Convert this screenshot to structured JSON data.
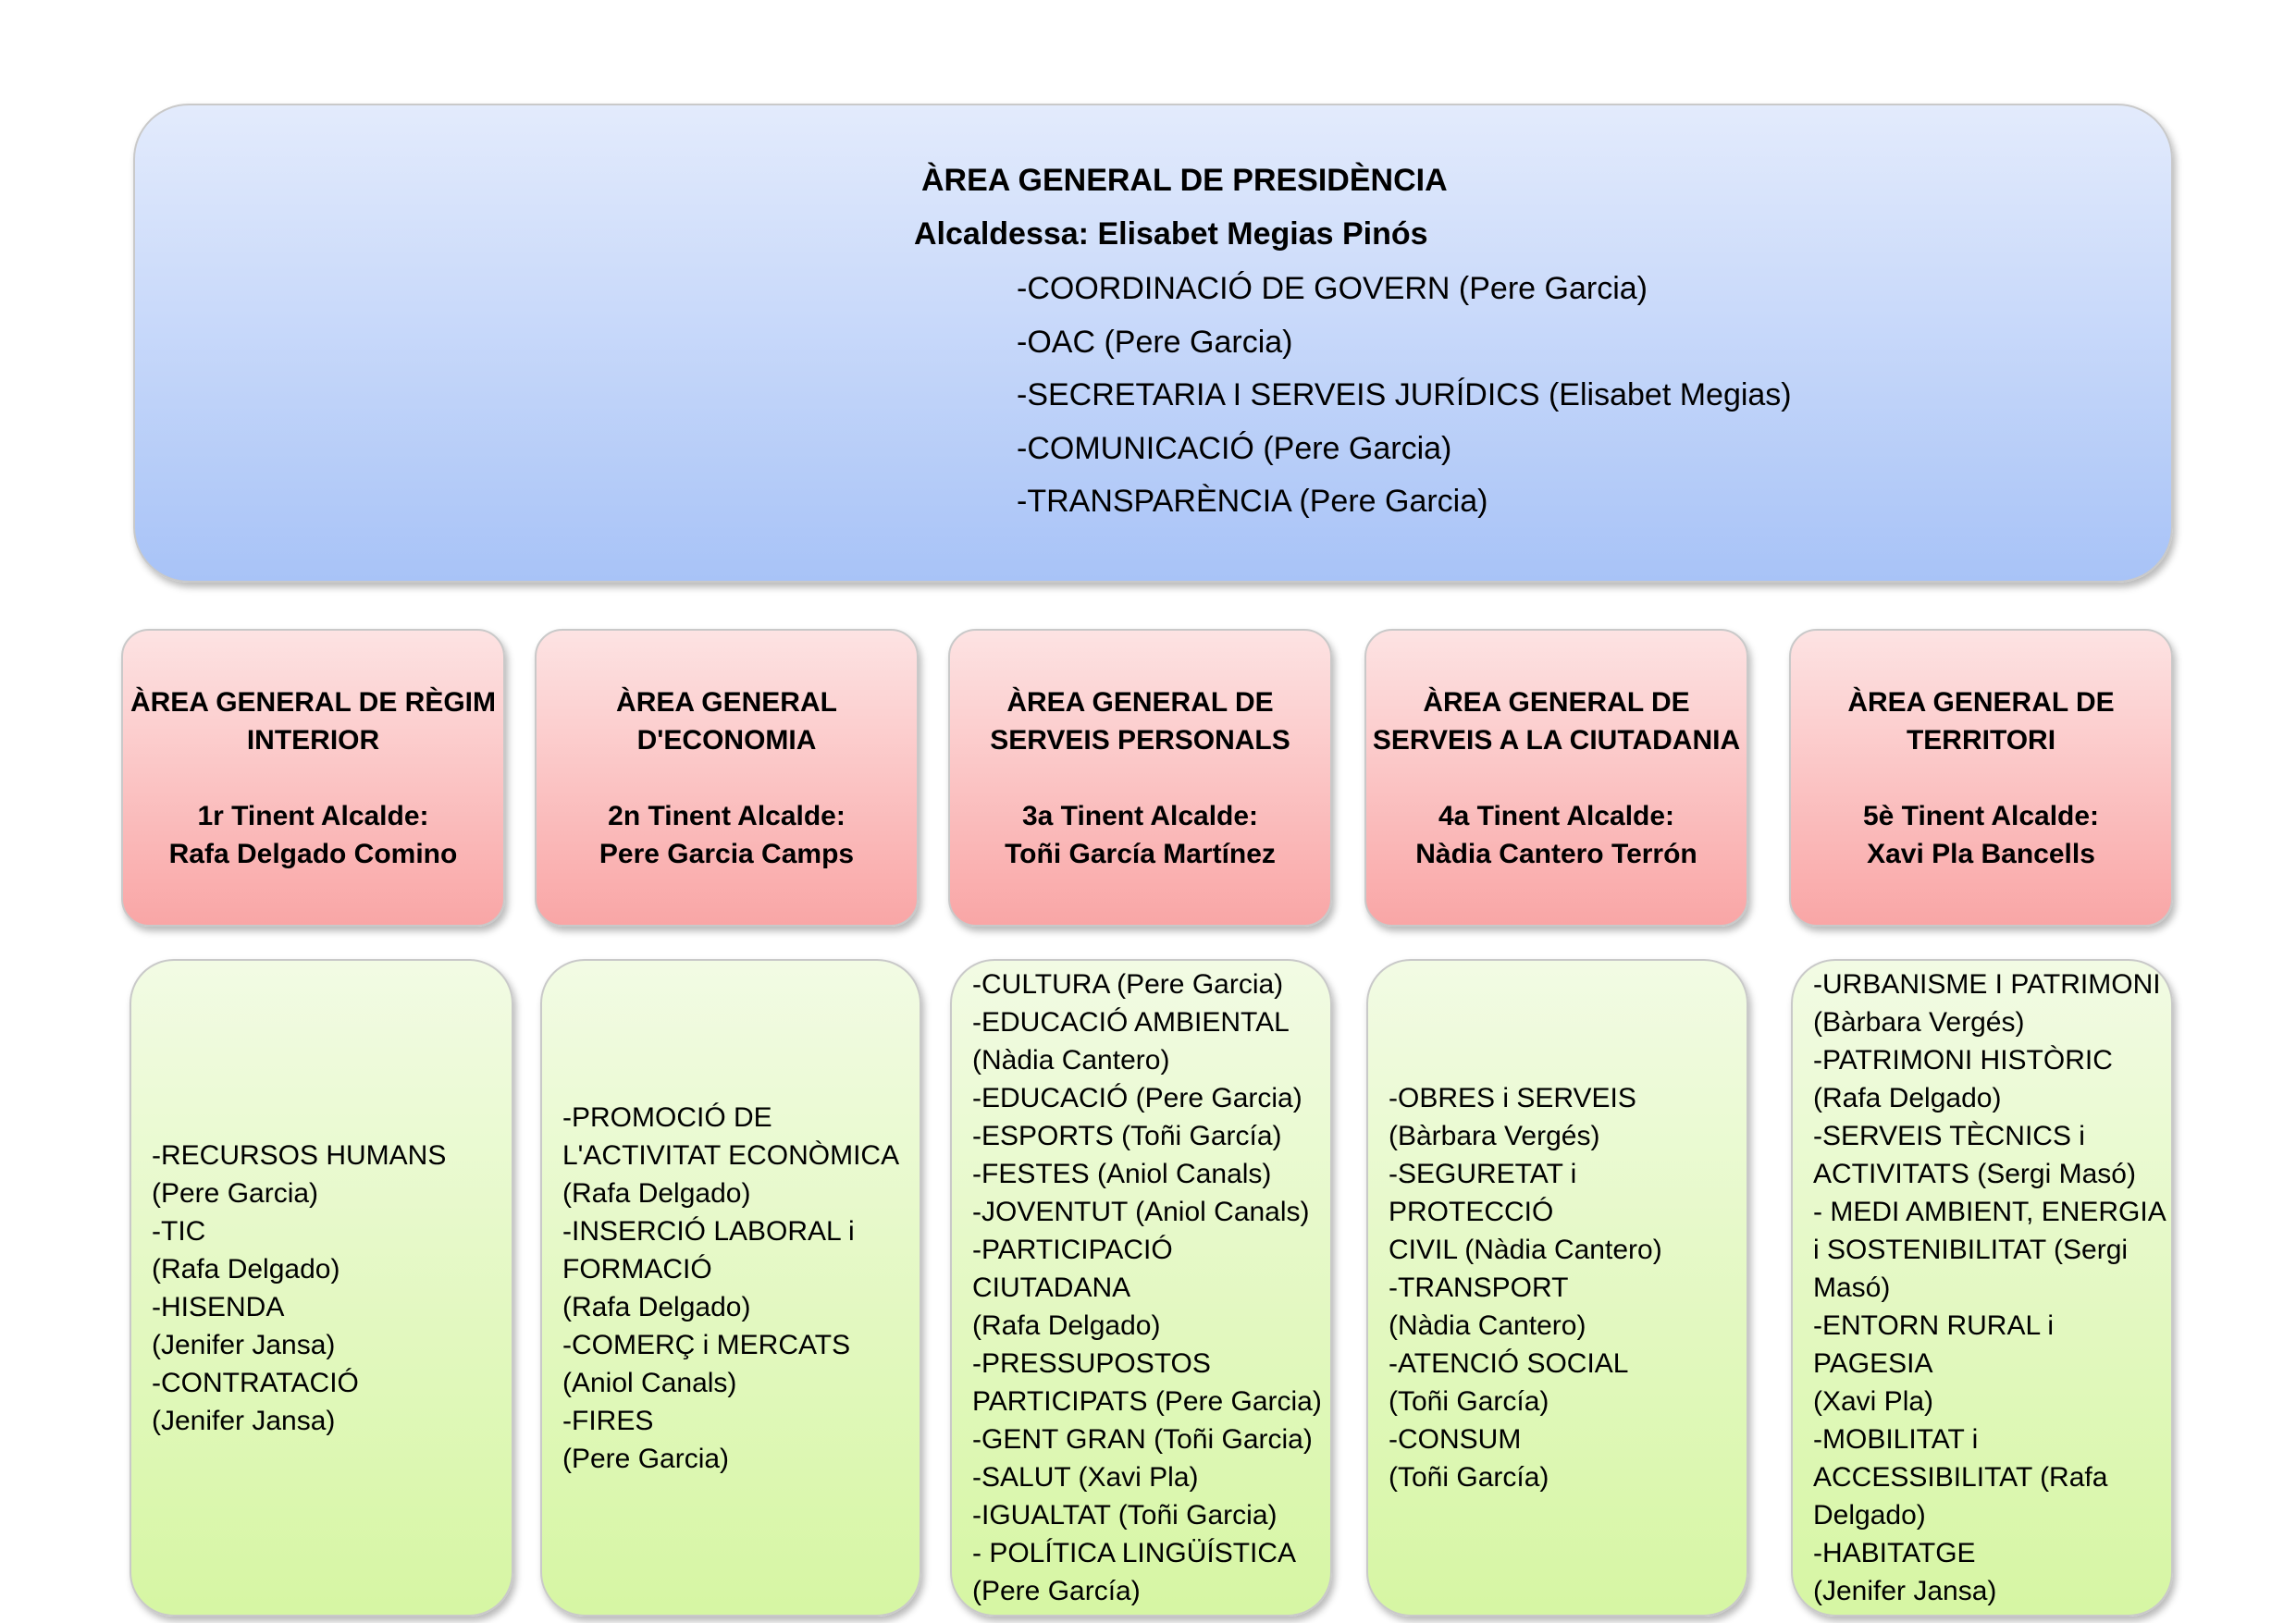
{
  "presidency": {
    "title": "ÀREA GENERAL DE PRESIDÈNCIA",
    "mayor": "Alcaldessa: Elisabet Megias Pinós",
    "items": [
      "-COORDINACIÓ DE GOVERN (Pere Garcia)",
      "-OAC (Pere Garcia)",
      "-SECRETARIA I SERVEIS JURÍDICS (Elisabet Megias)",
      "-COMUNICACIÓ (Pere Garcia)",
      "-TRANSPARÈNCIA (Pere Garcia)"
    ]
  },
  "areas": [
    {
      "title": [
        "ÀREA GENERAL DE RÈGIM",
        "INTERIOR"
      ],
      "deputy": [
        "1r Tinent Alcalde:",
        "Rafa Delgado Comino"
      ],
      "lines": [
        "-RECURSOS HUMANS",
        "(Pere Garcia)",
        "-TIC",
        "(Rafa Delgado)",
        "-HISENDA",
        "(Jenifer Jansa)",
        "-CONTRATACIÓ",
        "(Jenifer Jansa)"
      ]
    },
    {
      "title": [
        "ÀREA GENERAL",
        "D'ECONOMIA"
      ],
      "deputy": [
        "2n Tinent Alcalde:",
        "Pere Garcia Camps"
      ],
      "lines": [
        "-PROMOCIÓ DE",
        "L'ACTIVITAT ECONÒMICA",
        "(Rafa Delgado)",
        "-INSERCIÓ LABORAL i",
        "FORMACIÓ",
        "(Rafa Delgado)",
        "-COMERÇ i MERCATS",
        "(Aniol Canals)",
        "-FIRES",
        "(Pere Garcia)"
      ]
    },
    {
      "title": [
        "ÀREA GENERAL DE",
        "SERVEIS PERSONALS"
      ],
      "deputy": [
        "3a Tinent Alcalde:",
        "Toñi García Martínez"
      ],
      "lines": [
        "-CULTURA (Pere Garcia)",
        "-EDUCACIÓ AMBIENTAL",
        "(Nàdia Cantero)",
        "-EDUCACIÓ (Pere Garcia)",
        "-ESPORTS (Toñi García)",
        "-FESTES (Aniol Canals)",
        "-JOVENTUT (Aniol Canals)",
        "-PARTICIPACIÓ CIUTADANA",
        "(Rafa Delgado)",
        "-PRESSUPOSTOS",
        "PARTICIPATS (Pere Garcia)",
        "-GENT GRAN (Toñi Garcia)",
        "-SALUT (Xavi Pla)",
        "-IGUALTAT (Toñi Garcia)",
        "- POLÍTICA LINGÜÍSTICA",
        "(Pere García)"
      ]
    },
    {
      "title": [
        "ÀREA GENERAL DE",
        "SERVEIS A LA CIUTADANIA"
      ],
      "deputy": [
        "4a Tinent Alcalde:",
        "Nàdia Cantero Terrón"
      ],
      "lines": [
        "-OBRES i SERVEIS",
        "(Bàrbara Vergés)",
        "-SEGURETAT i PROTECCIÓ",
        "CIVIL (Nàdia Cantero)",
        "-TRANSPORT",
        "(Nàdia Cantero)",
        "-ATENCIÓ SOCIAL",
        "(Toñi García)",
        "-CONSUM",
        "(Toñi García)"
      ]
    },
    {
      "title": [
        "ÀREA GENERAL DE",
        "TERRITORI"
      ],
      "deputy": [
        "5è Tinent Alcalde:",
        "Xavi Pla Bancells"
      ],
      "lines": [
        "-URBANISME I PATRIMONI",
        "(Bàrbara Vergés)",
        "-PATRIMONI HISTÒRIC",
        "(Rafa Delgado)",
        "-SERVEIS TÈCNICS i",
        "ACTIVITATS (Sergi Masó)",
        "- MEDI AMBIENT, ENERGIA",
        "i SOSTENIBILITAT (Sergi",
        "Masó)",
        "-ENTORN RURAL i PAGESIA",
        "(Xavi Pla)",
        "-MOBILITAT i",
        "ACCESSIBILITAT (Rafa",
        "Delgado)",
        "-HABITATGE",
        "(Jenifer Jansa)"
      ]
    }
  ]
}
